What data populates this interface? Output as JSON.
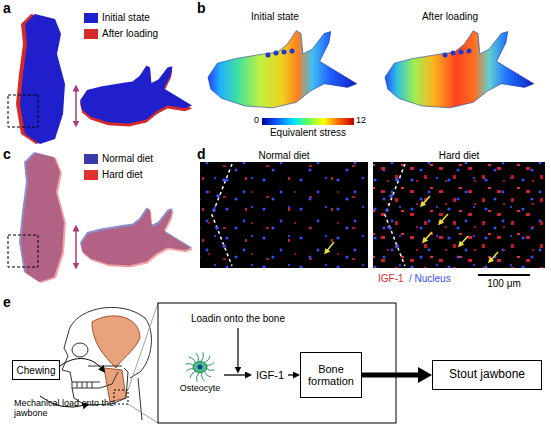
{
  "diagram": {
    "nodes": [
      {
        "text": [
          "Chewing"
        ]
      },
      {
        "text": [
          "Osteocyte"
        ]
      },
      {
        "text": [
          "IGF-1"
        ]
      },
      {
        "text": [
          "Bone formation"
        ]
      },
      {
        "text": [
          "Stout jawbone"
        ]
      }
    ],
    "edges": [
      {
        "from": 1,
        "to": 2,
        "arrow": "to"
      },
      {
        "from": 2,
        "to": 3,
        "arrow": "to"
      },
      {
        "from": 3,
        "to": 4,
        "arrow": "to"
      }
    ],
    "labels": [
      "a",
      "b",
      "Initial state",
      "After loading",
      "0",
      "Equivalent stress",
      "12",
      "c",
      "d",
      "Normal diet",
      "Hard diet",
      "IGF-1",
      "/ Nucleus",
      "100 μm",
      "e",
      "Mechanical load onto the jawbone",
      "Loadin onto the bone"
    ],
    "legend": [
      {
        "text": "Initial state",
        "color": "#1f1fcc"
      },
      {
        "text": "After loading",
        "color": "#d42a2a"
      },
      {
        "text": "Normal diet",
        "color": "#3a3aa8"
      },
      {
        "text": "Hard diet",
        "color": "#e03030"
      }
    ]
  }
}
